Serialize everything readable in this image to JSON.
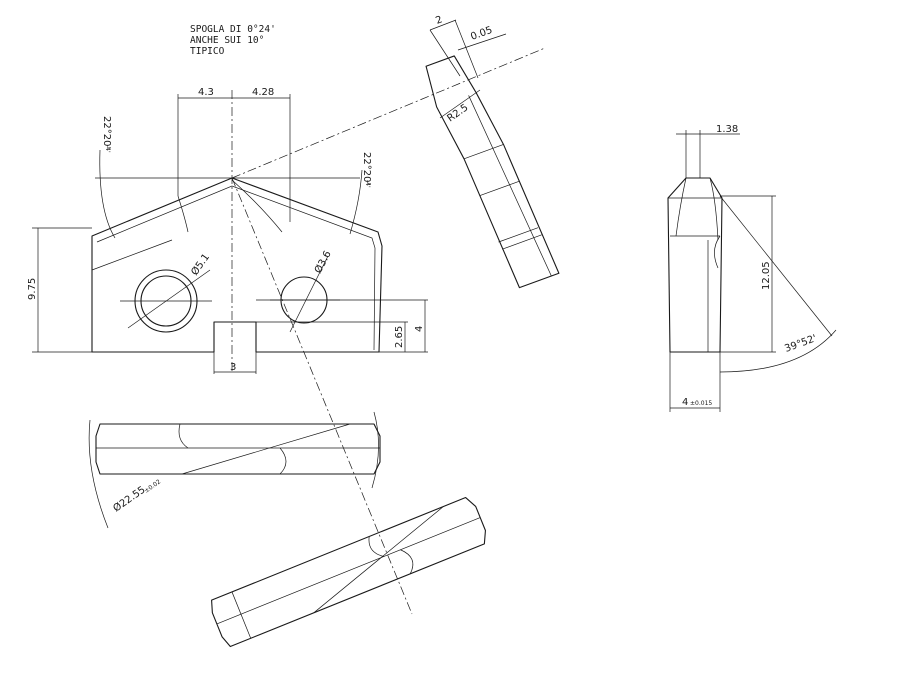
{
  "notes": {
    "line1": "SPOGLA DI 0°24'",
    "line2": "ANCHE SUI 10°",
    "line3": "TIPICO"
  },
  "dims": {
    "d_4_3": "4.3",
    "d_4_28": "4.28",
    "d_9_75": "9.75",
    "d_3": "3",
    "d_2_65": "2.65",
    "d_4": "4",
    "d_dia_5_1": "Ø5.1",
    "d_dia_3_6": "Ø3.6",
    "d_angle_left": "22°20'",
    "d_angle_left_tol": "-4'",
    "d_angle_right": "22°20'",
    "d_angle_right_tol": "-4'",
    "d_2": "2",
    "d_0_05": "0.05",
    "d_r2_5": "R2.5",
    "d_1_38": "1.38",
    "d_12_05": "12.05",
    "d_angle_39_52": "39°52'",
    "d_4_tol": "4",
    "d_4_tol_val": "±0.015",
    "d_dia_22_55": "Ø22.55",
    "d_dia_22_55_tol": "±0.02"
  }
}
